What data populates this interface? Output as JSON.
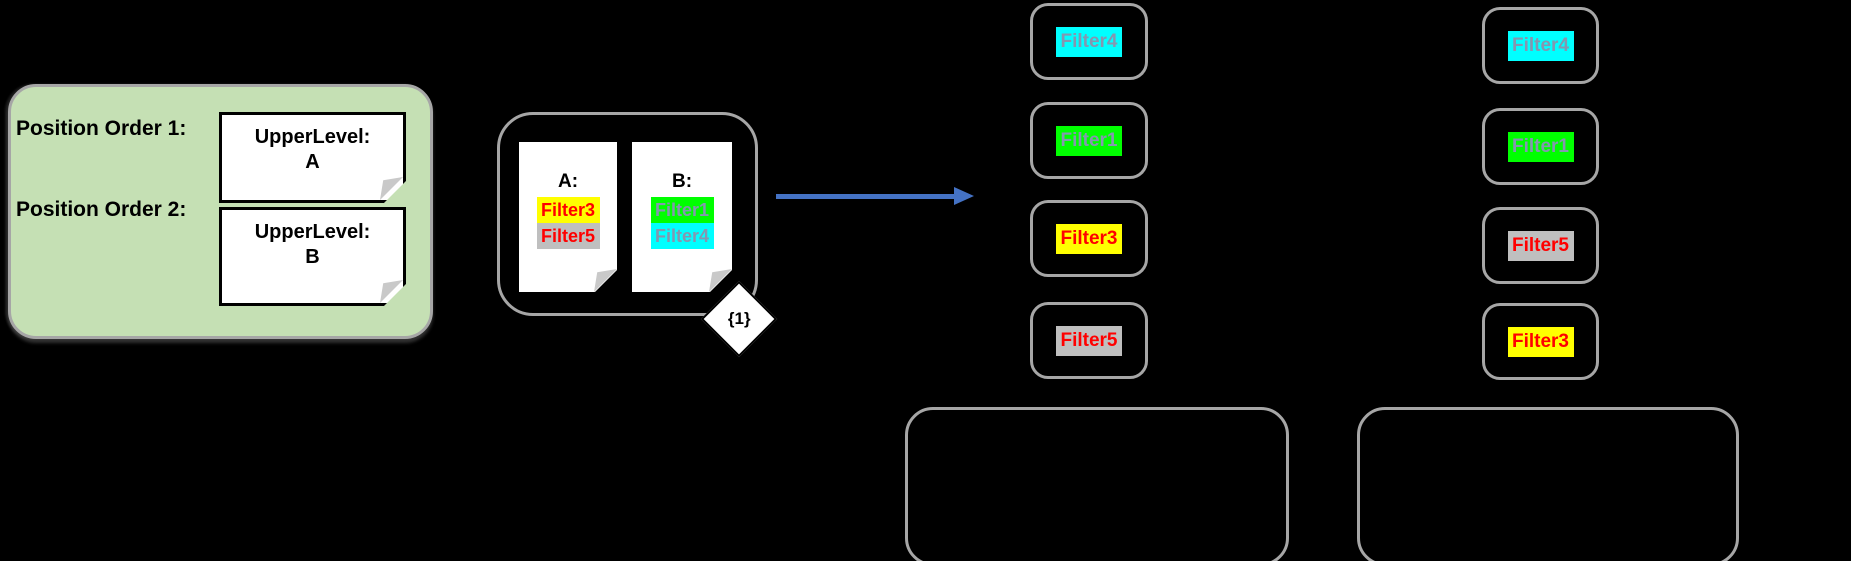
{
  "colors": {
    "background": "#000000",
    "legend_panel_green": "#C5E0B4",
    "outline_gray": "#A6A6A6",
    "note_white": "#FFFFFF",
    "arrow_blue": "#4472C4",
    "chip_yellow": "#FFFF00",
    "chip_gray": "#BFBFBF",
    "chip_green": "#00FF00",
    "chip_cyan": "#00FFFF",
    "text_red": "#FF0000",
    "text_bluegray": "#8497B0",
    "text_black": "#000000"
  },
  "legend": {
    "rows": [
      {
        "label": "Position Order 1:",
        "note_title": "UpperLevel:",
        "note_value": "A"
      },
      {
        "label": "Position Order 2:",
        "note_title": "UpperLevel:",
        "note_value": "B"
      }
    ]
  },
  "source_group": {
    "badge": "{1}",
    "notes": [
      {
        "title": "A:",
        "filters": [
          {
            "label": "Filter3",
            "bg": "#FFFF00",
            "fg": "#FF0000"
          },
          {
            "label": "Filter5",
            "bg": "#BFBFBF",
            "fg": "#FF0000"
          }
        ]
      },
      {
        "title": "B:",
        "filters": [
          {
            "label": "Filter1",
            "bg": "#00FF00",
            "fg": "#8497B0"
          },
          {
            "label": "Filter4",
            "bg": "#00FFFF",
            "fg": "#8497B0"
          }
        ]
      }
    ]
  },
  "results": {
    "columns": [
      {
        "items": [
          {
            "label": "Filter4",
            "bg": "#00FFFF",
            "fg": "#8497B0"
          },
          {
            "label": "Filter1",
            "bg": "#00FF00",
            "fg": "#8497B0"
          },
          {
            "label": "Filter3",
            "bg": "#FFFF00",
            "fg": "#FF0000"
          },
          {
            "label": "Filter5",
            "bg": "#BFBFBF",
            "fg": "#FF0000"
          }
        ]
      },
      {
        "items": [
          {
            "label": "Filter4",
            "bg": "#00FFFF",
            "fg": "#8497B0"
          },
          {
            "label": "Filter1",
            "bg": "#00FF00",
            "fg": "#8497B0"
          },
          {
            "label": "Filter5",
            "bg": "#BFBFBF",
            "fg": "#FF0000"
          },
          {
            "label": "Filter3",
            "bg": "#FFFF00",
            "fg": "#FF0000"
          }
        ]
      }
    ]
  }
}
